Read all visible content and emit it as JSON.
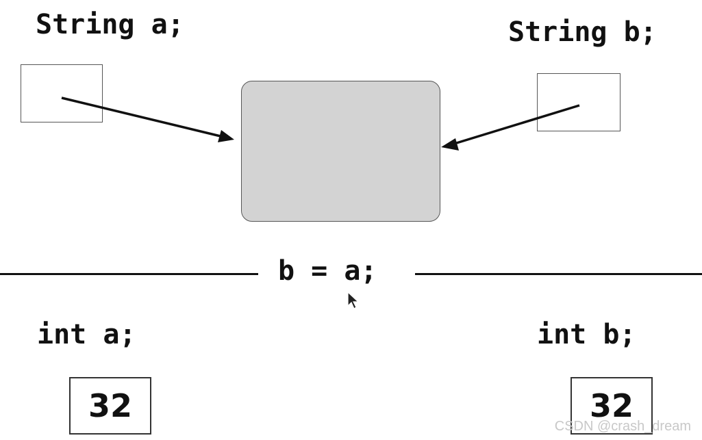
{
  "top": {
    "decl_a": "String a;",
    "decl_b": "String b;"
  },
  "assignment": "b = a;",
  "bottom": {
    "decl_a": "int a;",
    "decl_b": "int b;",
    "value_a": "32",
    "value_b": "32"
  },
  "watermark": "CSDN @crash_dream",
  "colors": {
    "object_fill": "#d3d3d3",
    "stroke": "#111111"
  }
}
